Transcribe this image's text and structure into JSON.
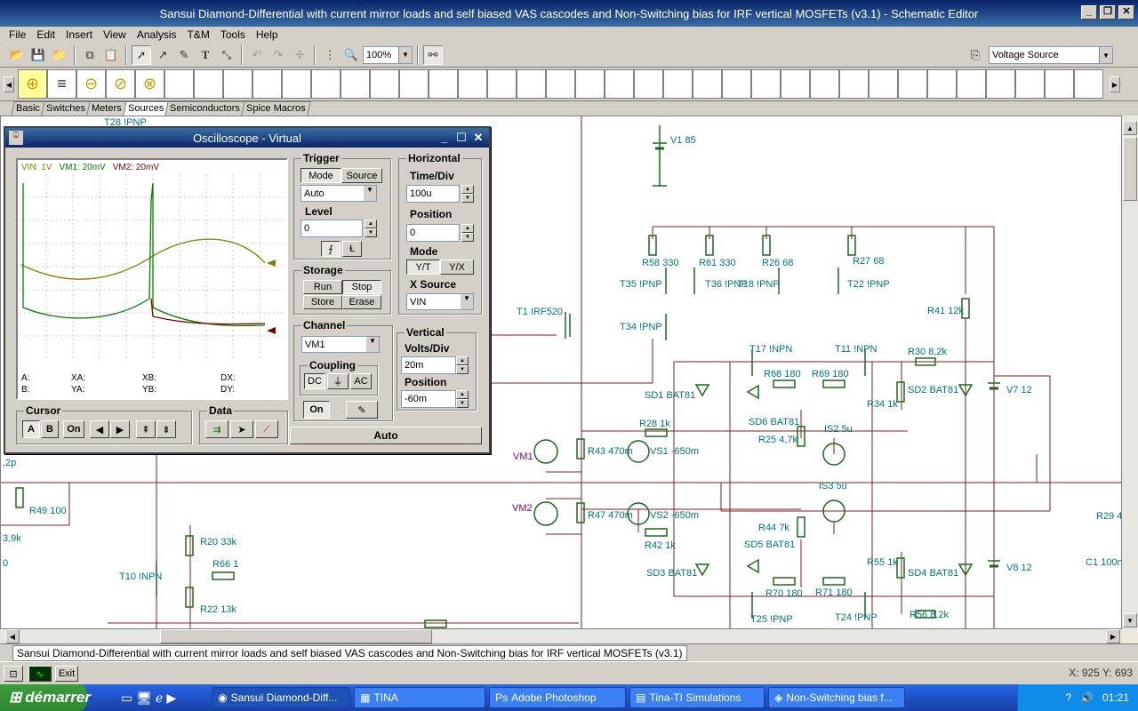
{
  "window": {
    "title": "Sansui Diamond-Differential with current mirror loads and self biased VAS cascodes and Non-Switching bias for IRF vertical MOSFETs (v3.1) - Schematic Editor"
  },
  "menu": [
    "File",
    "Edit",
    "Insert",
    "View",
    "Analysis",
    "T&M",
    "Tools",
    "Help"
  ],
  "toolbar": {
    "zoom": "100%",
    "component_select": "Voltage Source"
  },
  "component_tabs": [
    "Basic",
    "Switches",
    "Meters",
    "Sources",
    "Semiconductors",
    "Spice Macros"
  ],
  "active_component_tab": "Sources",
  "scope": {
    "title": "Oscilloscope - Virtual",
    "legend": {
      "vin": "VIN: 1V",
      "vm1": "VM1: 20mV",
      "vm2": "VM2: 20mV"
    },
    "readouts": [
      "A:",
      "XA:",
      "XB:",
      "DX:",
      "B:",
      "YA:",
      "YB:",
      "DY:"
    ],
    "trigger": {
      "title": "Trigger",
      "mode": "Mode",
      "source": "Source",
      "select": "Auto",
      "level_label": "Level",
      "level": "0"
    },
    "horizontal": {
      "title": "Horizontal",
      "timediv_label": "Time/Div",
      "timediv": "100u",
      "position_label": "Position",
      "position": "0",
      "mode_label": "Mode",
      "yt": "Y/T",
      "yx": "Y/X",
      "xsource_label": "X Source",
      "xsource": "VIN"
    },
    "storage": {
      "title": "Storage",
      "run": "Run",
      "stop": "Stop",
      "store": "Store",
      "erase": "Erase"
    },
    "channel": {
      "title": "Channel",
      "value": "VM1",
      "coupling": "Coupling",
      "dc": "DC",
      "ac": "AC",
      "on": "On"
    },
    "vertical": {
      "title": "Vertical",
      "voltsdiv_label": "Volts/Div",
      "voltsdiv": "20m",
      "position_label": "Position",
      "position": "-60m"
    },
    "cursor": {
      "title": "Cursor",
      "a": "A",
      "b": "B",
      "on": "On"
    },
    "data": {
      "title": "Data"
    },
    "auto": "Auto"
  },
  "schematic": {
    "labels": [
      "V1 85",
      "R58 330",
      "R61 330",
      "R26 68",
      "R27 68",
      "T35 !PNP",
      "T36 !PNP",
      "T18 !PNP",
      "T22 !PNP",
      "T1 IRF520",
      "T34 !PNP",
      "R41 12k",
      "T17 !NPN",
      "T11 !NPN",
      "R30 8,2k",
      "V7 12",
      "R68 180",
      "R69 180",
      "SD1 BAT81",
      "SD2 BAT81",
      "R34 1k",
      "SD6 BAT81",
      "R28 1k",
      "R25 4,7k",
      "IS2 5u",
      "VM1",
      "R43 470m",
      "VS1 -650m",
      "IS3 5u",
      "VM2",
      "R47 470m",
      "VS2 -650m",
      "R44 7k",
      "R42 1k",
      "SD5 BAT81",
      "R29 4",
      "R55 1k",
      "SD3 BAT81",
      "SD4 BAT81",
      "V8 12",
      "C1 100n",
      "R70 180",
      "R71 180",
      "T25 !PNP",
      "T24 !PNP",
      "R56 8,2k",
      "R49 100",
      "R20 33k",
      "R66 1",
      "T10 !NPN",
      "R22 13k",
      ",2p",
      "3,9k",
      "0",
      "T28 !PNP"
    ]
  },
  "doc_tab": "Sansui Diamond-Differential with current mirror loads and self biased VAS cascodes and Non-Switching bias for IRF vertical MOSFETs (v3.1)",
  "status": {
    "exit": "Exit",
    "coords": "X: 925  Y: 693"
  },
  "taskbar": {
    "start": "démarrer",
    "tasks": [
      "Sansui Diamond-Diff...",
      "TINA",
      "Adobe Photoshop",
      "Tina-TI Simulations",
      "Non-Switching bias f..."
    ],
    "clock": "01:21"
  }
}
